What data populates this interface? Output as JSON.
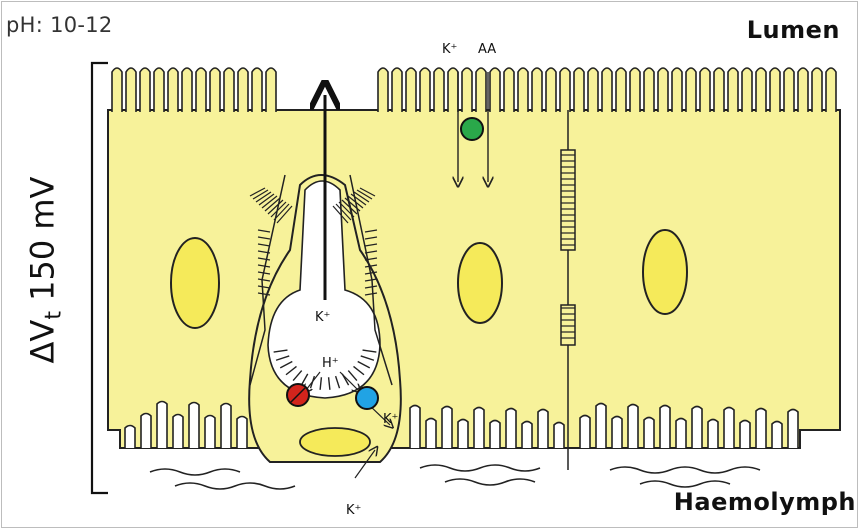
{
  "labels": {
    "ph": "pH: 10-12",
    "lumen": "Lumen",
    "haemolymph": "Haemolymph",
    "voltage_delta": "ΔV",
    "voltage_sub": "t",
    "voltage_value": " 150 mV",
    "k_aa_k": "K⁺",
    "k_aa_aa": "AA",
    "k_goblet": "K⁺",
    "h_plus": "H⁺",
    "k_right": "K⁺",
    "k_bottom": "K⁺"
  },
  "colors": {
    "cell_fill": "#f7f29a",
    "outline": "#222222",
    "nucleus_fill": "#f5ea5a",
    "green_transporter": "#2aa84a",
    "red_transporter": "#d3241c",
    "blue_transporter": "#21a3e4",
    "cavity_fill": "#ffffff"
  }
}
